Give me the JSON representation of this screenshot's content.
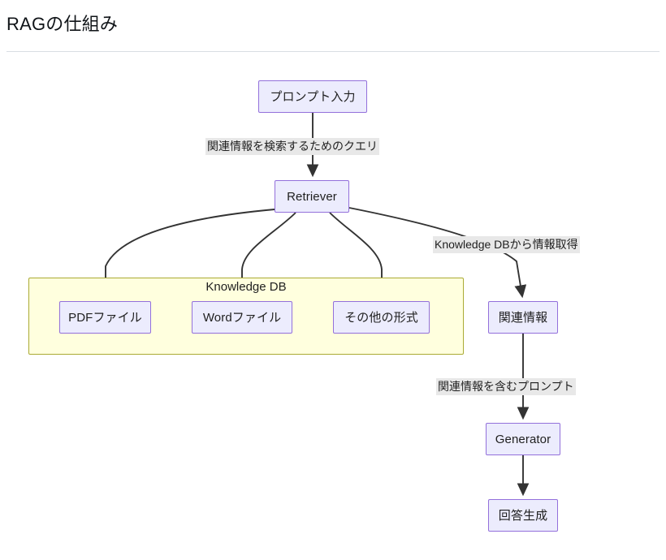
{
  "document": {
    "title": "RAGの仕組み"
  },
  "diagram": {
    "type": "flowchart",
    "direction": "top-down",
    "cluster": {
      "id": "knowledge-db",
      "label": "Knowledge DB",
      "fill": "#ffffde",
      "stroke": "#aaaa33"
    },
    "node_style": {
      "fill": "#ececfd",
      "stroke": "#9370db",
      "text": "#1f1f1f"
    },
    "nodes": [
      {
        "id": "prompt",
        "label": "プロンプト入力"
      },
      {
        "id": "retriever",
        "label": "Retriever"
      },
      {
        "id": "pdf",
        "label": "PDFファイル"
      },
      {
        "id": "word",
        "label": "Wordファイル"
      },
      {
        "id": "other",
        "label": "その他の形式"
      },
      {
        "id": "relinfo",
        "label": "関連情報"
      },
      {
        "id": "generator",
        "label": "Generator"
      },
      {
        "id": "answer",
        "label": "回答生成"
      }
    ],
    "edges": [
      {
        "from": "prompt",
        "to": "retriever",
        "label": "関連情報を検索するためのクエリ"
      },
      {
        "from": "retriever",
        "to": "pdf",
        "label": ""
      },
      {
        "from": "retriever",
        "to": "word",
        "label": ""
      },
      {
        "from": "retriever",
        "to": "other",
        "label": ""
      },
      {
        "from": "retriever",
        "to": "relinfo",
        "label": "Knowledge DBから情報取得"
      },
      {
        "from": "relinfo",
        "to": "generator",
        "label": "関連情報を含むプロンプト"
      },
      {
        "from": "generator",
        "to": "answer",
        "label": ""
      }
    ],
    "edge_labels": {
      "query": "関連情報を検索するためのクエリ",
      "fetch": "Knowledge DBから情報取得",
      "rag_prompt": "関連情報を含むプロンプト"
    }
  }
}
